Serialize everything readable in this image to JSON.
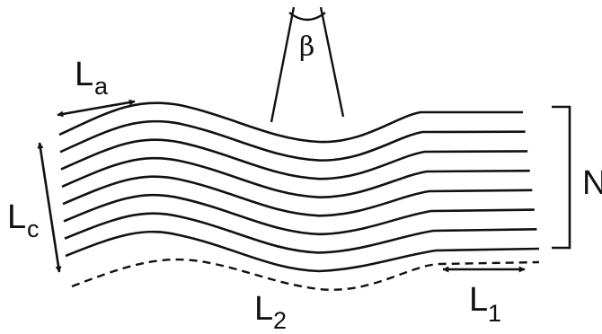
{
  "diagram": {
    "labels": {
      "La": {
        "main": "L",
        "sub": "a"
      },
      "Lc": {
        "main": "L",
        "sub": "c"
      },
      "L1": {
        "main": "L",
        "sub": "1"
      },
      "L2": {
        "main": "L",
        "sub": "2"
      },
      "N": "N",
      "beta": "β"
    },
    "layer_count": 8,
    "colors": {
      "ink": "#111111",
      "background": "#ffffff"
    }
  }
}
